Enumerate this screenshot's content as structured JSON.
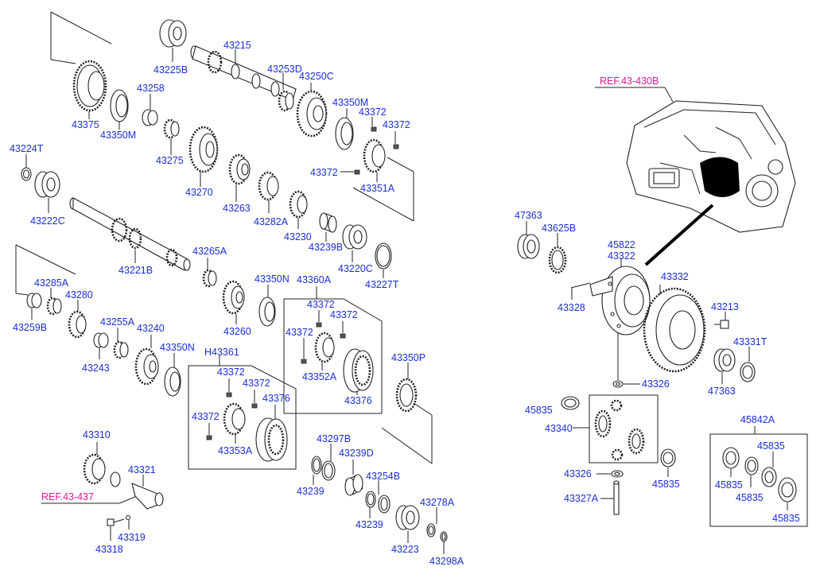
{
  "labels": {
    "p43225B": "43225B",
    "p43215": "43215",
    "p43375": "43375",
    "p43258": "43258",
    "p43350M_a": "43350M",
    "p43253D": "43253D",
    "p43250C": "43250C",
    "p43350M_b": "43350M",
    "p43372_a": "43372",
    "p43372_b": "43372",
    "p43275": "43275",
    "p43224T": "43224T",
    "p43372_c": "43372",
    "p43351A": "43351A",
    "p43270": "43270",
    "p43263": "43263",
    "p43222C": "43222C",
    "p43282A": "43282A",
    "p43230": "43230",
    "p43239B": "43239B",
    "p43220C": "43220C",
    "p43227T": "43227T",
    "p43221B": "43221B",
    "p43265A": "43265A",
    "p43285A": "43285A",
    "p43280": "43280",
    "p43259B": "43259B",
    "p43350N_a": "43350N",
    "p43360A": "43360A",
    "p43372_d": "43372",
    "p43372_e": "43372",
    "p43372_f": "43372",
    "p43260": "43260",
    "p43255A": "43255A",
    "p43240": "43240",
    "p43243": "43243",
    "p43350N_b": "43350N",
    "p43352A": "43352A",
    "p43376_a": "43376",
    "pH43361": "H43361",
    "p43372_g": "43372",
    "p43372_h": "43372",
    "p43376_b": "43376",
    "p43372_i": "43372",
    "p43353A": "43353A",
    "p43350P": "43350P",
    "p43310": "43310",
    "p43321": "43321",
    "p43297B": "43297B",
    "p43239D": "43239D",
    "p43254B": "43254B",
    "p43239_a": "43239",
    "p43239_b": "43239",
    "p43278A": "43278A",
    "p43319": "43319",
    "p43318": "43318",
    "p43223": "43223",
    "p43298A": "43298A",
    "p47363_a": "47363",
    "p43625B": "43625B",
    "p45822": "45822",
    "p43322": "43322",
    "p43332": "43332",
    "p43328": "43328",
    "p43213": "43213",
    "p43331T": "43331T",
    "p47363_b": "47363",
    "p43326_a": "43326",
    "p45835_a": "45835",
    "p43340": "43340",
    "p45842A": "45842A",
    "p45835_b": "45835",
    "p45835_c": "45835",
    "p45835_d": "45835",
    "p45835_e": "45835",
    "p43326_b": "43326",
    "p45835_f": "45835",
    "p43327A": "43327A"
  },
  "refs": {
    "ref_43_437": "REF.43-437",
    "ref_43_430B": "REF.43-430B"
  },
  "colors": {
    "part_label": "#1a2fd6",
    "reference_label": "#e0199a",
    "line_art": "#222222"
  }
}
